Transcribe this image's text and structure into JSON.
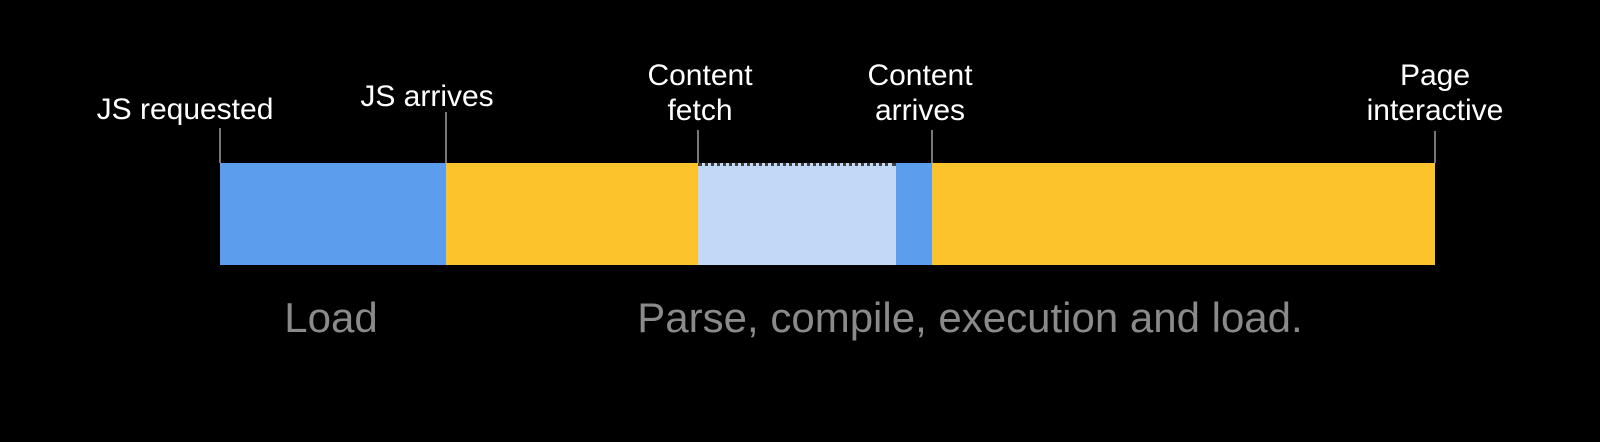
{
  "figure": {
    "background_color": "#000000",
    "label_color": "#FFFFFF",
    "caption_color": "#8A8A8A",
    "tick_color": "#777777",
    "milestones": [
      {
        "label": "JS requested"
      },
      {
        "label": "JS arrives"
      },
      {
        "label": "Content\nfetch"
      },
      {
        "label": "Content\narrives"
      },
      {
        "label": "Page\ninteractive"
      }
    ],
    "segments": [
      {
        "name": "js-download",
        "color": "#5C9DEE"
      },
      {
        "name": "parse-compile-before-content-fetch",
        "color": "#FCC32C"
      },
      {
        "name": "content-fetch",
        "color": "#C2D8F7"
      },
      {
        "name": "content-arrival",
        "color": "#5C9DEE"
      },
      {
        "name": "parse-compile-to-page-interactive",
        "color": "#FCC32C"
      }
    ],
    "captions": [
      {
        "text": "Load"
      },
      {
        "text": "Parse, compile, execution and load."
      }
    ]
  }
}
